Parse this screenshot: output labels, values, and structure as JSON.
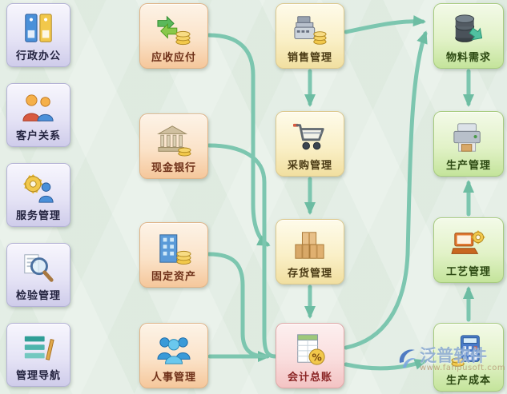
{
  "sidebar": {
    "items": [
      {
        "label": "行政办公",
        "icon": "binders-icon"
      },
      {
        "label": "客户关系",
        "icon": "people-pair-icon"
      },
      {
        "label": "服务管理",
        "icon": "gear-person-icon"
      },
      {
        "label": "检验管理",
        "icon": "magnifier-document-icon"
      },
      {
        "label": "管理导航",
        "icon": "list-pen-icon"
      }
    ]
  },
  "columns": {
    "finance": [
      {
        "label": "应收应付",
        "icon": "exchange-arrows-coins-icon"
      },
      {
        "label": "现金银行",
        "icon": "bank-coins-icon"
      },
      {
        "label": "固定资产",
        "icon": "building-coins-icon"
      },
      {
        "label": "人事管理",
        "icon": "people-group-icon"
      }
    ],
    "core": [
      {
        "label": "销售管理",
        "icon": "cash-register-icon"
      },
      {
        "label": "采购管理",
        "icon": "shopping-cart-icon"
      },
      {
        "label": "存货管理",
        "icon": "boxes-icon"
      },
      {
        "label": "会计总账",
        "icon": "ledger-percent-icon"
      }
    ],
    "production": [
      {
        "label": "物料需求",
        "icon": "database-arrow-icon"
      },
      {
        "label": "生产管理",
        "icon": "machine-icon"
      },
      {
        "label": "工艺管理",
        "icon": "laptop-gear-icon"
      },
      {
        "label": "生产成本",
        "icon": "calculator-coins-icon"
      }
    ]
  },
  "flow": {
    "arrow_color": "#74c3ab",
    "connections": [
      {
        "from": "销售管理",
        "to": "物料需求"
      },
      {
        "from": "销售管理",
        "to": "采购管理"
      },
      {
        "from": "采购管理",
        "to": "存货管理"
      },
      {
        "from": "存货管理",
        "to": "会计总账"
      },
      {
        "from": "物料需求",
        "to": "生产管理"
      },
      {
        "from": "工艺管理",
        "to": "生产管理"
      },
      {
        "from": "生产成本",
        "to": "工艺管理"
      },
      {
        "from": "应收应付",
        "to": "存货管理"
      },
      {
        "from": "现金银行",
        "to": "会计总账"
      },
      {
        "from": "固定资产",
        "to": "会计总账"
      },
      {
        "from": "人事管理",
        "to": "会计总账"
      },
      {
        "from": "会计总账",
        "to": "物料需求"
      },
      {
        "from": "会计总账",
        "to": "生产成本"
      }
    ]
  },
  "watermark": {
    "brand": "泛普软件",
    "url": "www.fanpusoft.com"
  },
  "colors": {
    "background": "#e6efe7",
    "sidebar_box": "#dcd9f0",
    "finance_box": "#f8cfa5",
    "core_box": "#f4e3a9",
    "ledger_box": "#f5c9c9",
    "production_box": "#cfe7a7",
    "arrow": "#74c3ab"
  }
}
